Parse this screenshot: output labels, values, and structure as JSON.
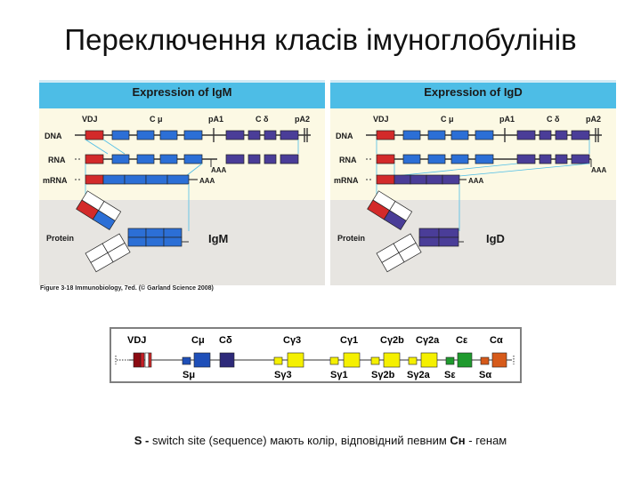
{
  "title": "Переключення класів імуноглобулінів",
  "panels": [
    {
      "id": "igm",
      "title": "Expression of IgM",
      "labels": {
        "vdj": "VDJ",
        "c1": "C μ",
        "pa1": "pA1",
        "c2": "C δ",
        "pa2": "pA2",
        "dna": "DNA",
        "rna": "RNA",
        "mrna": "mRNA",
        "aaa_rna": "AAA",
        "aaa_mrna": "AAA",
        "protein": "Protein",
        "product": "IgM"
      }
    },
    {
      "id": "igd",
      "title": "Expression of IgD",
      "labels": {
        "vdj": "VDJ",
        "c1": "C μ",
        "pa1": "pA1",
        "c2": "C δ",
        "pa2": "pA2",
        "dna": "DNA",
        "rna": "RNA",
        "mrna": "mRNA",
        "aaa_rna": "AAA",
        "aaa_mrna": "AAA",
        "protein": "Protein",
        "product": "IgD"
      }
    }
  ],
  "figure_caption": "Figure 3-18  Immunobiology, 7ed. (© Garland Science 2008)",
  "switch_diagram": {
    "vdj_label": "VDJ",
    "genes": [
      {
        "c_label": "Cμ",
        "s_label": "Sμ",
        "color": "#1f4fb8"
      },
      {
        "c_label": "Cδ",
        "s_label": "",
        "color": "#2e2a7a"
      },
      {
        "c_label": "Cγ3",
        "s_label": "Sγ3",
        "color": "#f5f000"
      },
      {
        "c_label": "Cγ1",
        "s_label": "Sγ1",
        "color": "#f5f000"
      },
      {
        "c_label": "Cγ2b",
        "s_label": "Sγ2b",
        "color": "#f5f000"
      },
      {
        "c_label": "Cγ2a",
        "s_label": "Sγ2a",
        "color": "#f5f000"
      },
      {
        "c_label": "Cε",
        "s_label": "Sε",
        "color": "#1f9a2e"
      },
      {
        "c_label": "Cα",
        "s_label": "Sα",
        "color": "#d65a1a"
      }
    ]
  },
  "footnote": {
    "bold_start": "S -",
    "text": " switch site (sequence) мають колір, відповідний певним ",
    "bold_end": "Сн",
    "tail": " - генам"
  },
  "colors": {
    "header": "#4dbde6",
    "vdj_exon": "#d32a2a",
    "cmu_exon": "#2c6fd6",
    "cdelta_exon": "#4a3d98"
  }
}
